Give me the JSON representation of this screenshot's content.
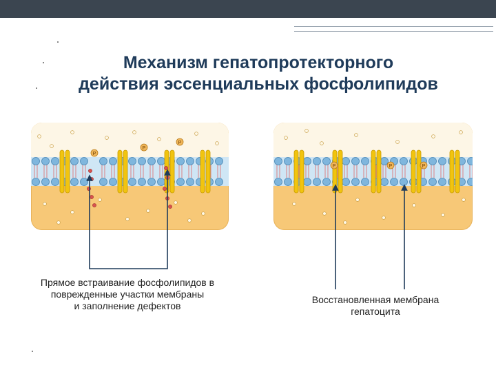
{
  "title": {
    "line1": "Механизм гепатопротекторного",
    "line2": "действия эссенциальных фосфолипидов"
  },
  "left_caption": {
    "line1": "Прямое встраивание фосфолипидов в",
    "line2": "поврежденные участки мембраны",
    "line3": "и заполнение дефектов"
  },
  "right_caption": {
    "line1": "Восстановленная мембрана",
    "line2": "гепатоцита"
  },
  "phosphate_label": "P",
  "colors": {
    "header_bar": "#3b4550",
    "title": "#1f3b5a",
    "cytoplasm": "#f7c877",
    "lipid_head": "#7fb6dd",
    "protein": "#f1c40f",
    "phospholipid_red": "#d9534f",
    "arrow": "#1f3b5a"
  }
}
